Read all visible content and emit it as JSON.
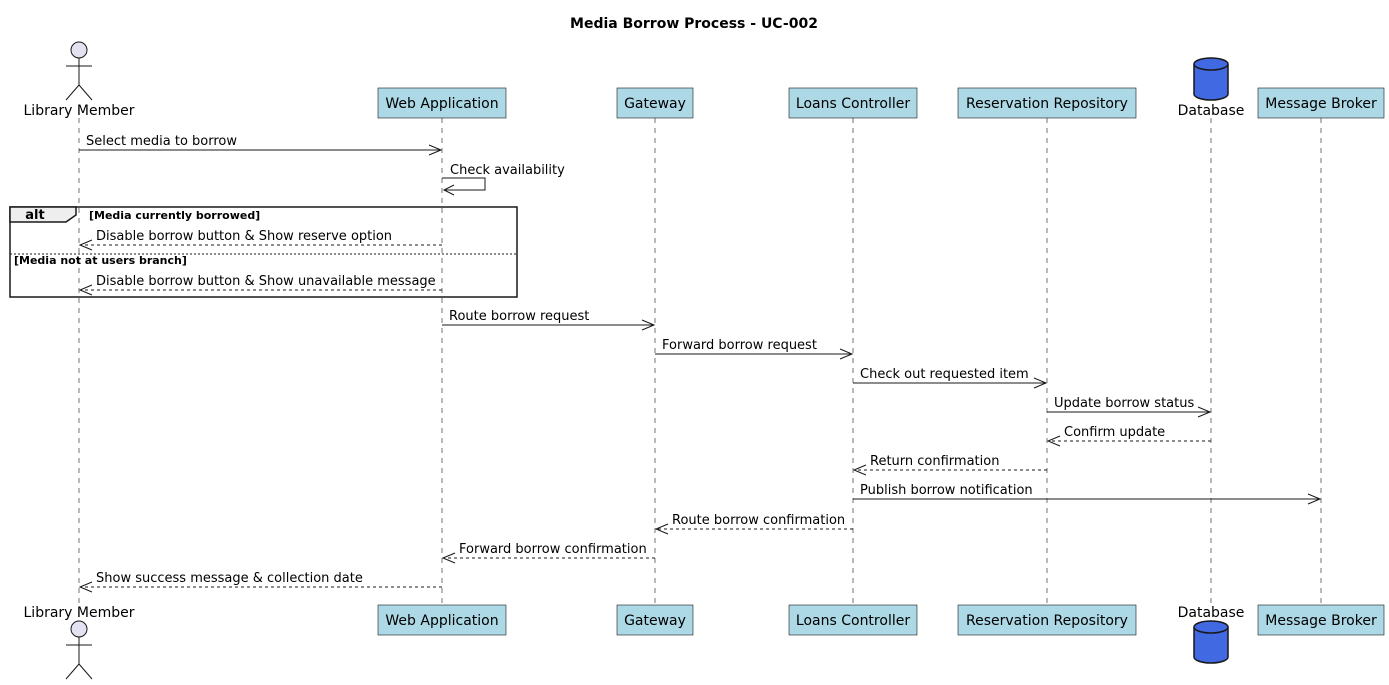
{
  "title": "Media Borrow Process - UC-002",
  "participants": [
    {
      "id": "member",
      "label": "Library Member",
      "kind": "actor"
    },
    {
      "id": "web",
      "label": "Web Application",
      "kind": "box"
    },
    {
      "id": "gateway",
      "label": "Gateway",
      "kind": "box"
    },
    {
      "id": "loans",
      "label": "Loans Controller",
      "kind": "box"
    },
    {
      "id": "repo",
      "label": "Reservation Repository",
      "kind": "box"
    },
    {
      "id": "db",
      "label": "Database",
      "kind": "database"
    },
    {
      "id": "broker",
      "label": "Message Broker",
      "kind": "box"
    }
  ],
  "messages": [
    {
      "from": "member",
      "to": "web",
      "label": "Select media to borrow",
      "style": "sync"
    },
    {
      "from": "web",
      "to": "web",
      "label": "Check availability",
      "style": "sync"
    },
    {
      "from": "web",
      "to": "member",
      "label": "Disable borrow button & Show reserve option",
      "style": "return"
    },
    {
      "from": "web",
      "to": "member",
      "label": "Disable borrow button & Show unavailable message",
      "style": "return"
    },
    {
      "from": "web",
      "to": "gateway",
      "label": "Route borrow request",
      "style": "sync"
    },
    {
      "from": "gateway",
      "to": "loans",
      "label": "Forward borrow request",
      "style": "sync"
    },
    {
      "from": "loans",
      "to": "repo",
      "label": "Check out requested item",
      "style": "sync"
    },
    {
      "from": "repo",
      "to": "db",
      "label": "Update borrow status",
      "style": "sync"
    },
    {
      "from": "db",
      "to": "repo",
      "label": "Confirm update",
      "style": "return"
    },
    {
      "from": "repo",
      "to": "loans",
      "label": "Return confirmation",
      "style": "return"
    },
    {
      "from": "loans",
      "to": "broker",
      "label": "Publish borrow notification",
      "style": "sync"
    },
    {
      "from": "loans",
      "to": "gateway",
      "label": "Route borrow confirmation",
      "style": "return"
    },
    {
      "from": "gateway",
      "to": "web",
      "label": "Forward borrow confirmation",
      "style": "return"
    },
    {
      "from": "web",
      "to": "member",
      "label": "Show success message & collection date",
      "style": "return"
    }
  ],
  "fragment": {
    "keyword": "alt",
    "conditions": [
      "[Media currently borrowed]",
      "[Media not at users branch]"
    ]
  },
  "colors": {
    "participant_fill": "#ADD8E6",
    "actor_fill": "#E2E2F0",
    "database_fill": "#4169E1",
    "line": "#181818",
    "text": "#000000"
  }
}
